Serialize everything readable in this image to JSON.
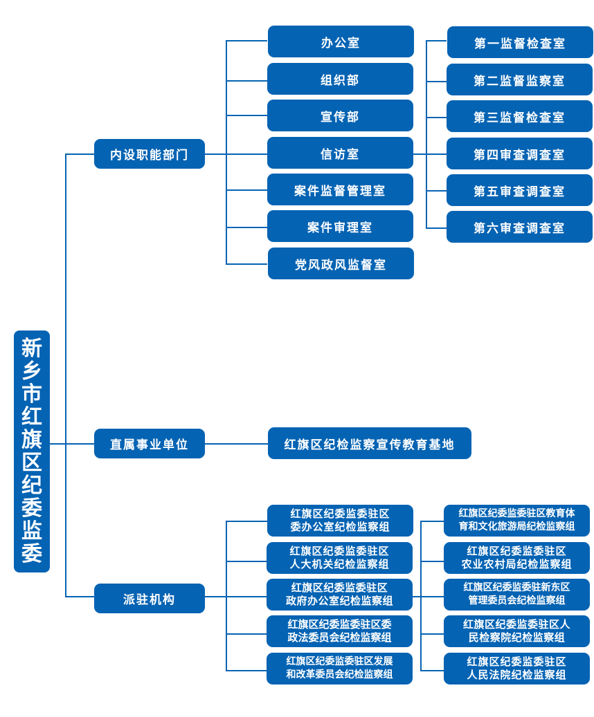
{
  "root": {
    "title": [
      "新",
      "乡",
      "市",
      "红",
      "旗",
      "区",
      "纪",
      "委",
      "监",
      "委"
    ]
  },
  "branches": {
    "internal": {
      "label": "内设职能部门",
      "children": [
        "办公室",
        "组织部",
        "宣传部",
        "信访室",
        "案件监督管理室",
        "案件审理室",
        "党风政风监督室"
      ],
      "sub_children": [
        "第一监督检查室",
        "第二监督监察室",
        "第三监督检查室",
        "第四审查调查室",
        "第五审查调查室",
        "第六审查调查室"
      ]
    },
    "direct": {
      "label": "直属事业单位",
      "children": [
        "红旗区纪检监察宣传教育基地"
      ]
    },
    "dispatched": {
      "label": "派驻机构",
      "left_children": [
        "红旗区纪委监委驻区\n委办公室纪检监察组",
        "红旗区纪委监委驻区\n人大机关纪检监察组",
        "红旗区纪委监委驻区\n政府办公室纪检监察组",
        "红旗区纪委监委驻区委\n政法委员会纪检监察组",
        "红旗区纪委监委驻区发展\n和改革委员会纪检监察组"
      ],
      "right_children": [
        "红旗区纪委监委驻区教育体\n育和文化旅游局纪检监察组",
        "红旗区纪委监委驻区\n农业农村局纪检监察组",
        "红旗区纪委监委驻新东区\n管理委员会纪检监察组",
        "红旗区纪委监委驻区人\n民检察院纪检监察组",
        "红旗区纪委监委驻区\n人民法院纪检监察组"
      ]
    }
  },
  "colors": {
    "box": "#0563b3",
    "line": "#0563b3",
    "text": "#ffffff"
  }
}
